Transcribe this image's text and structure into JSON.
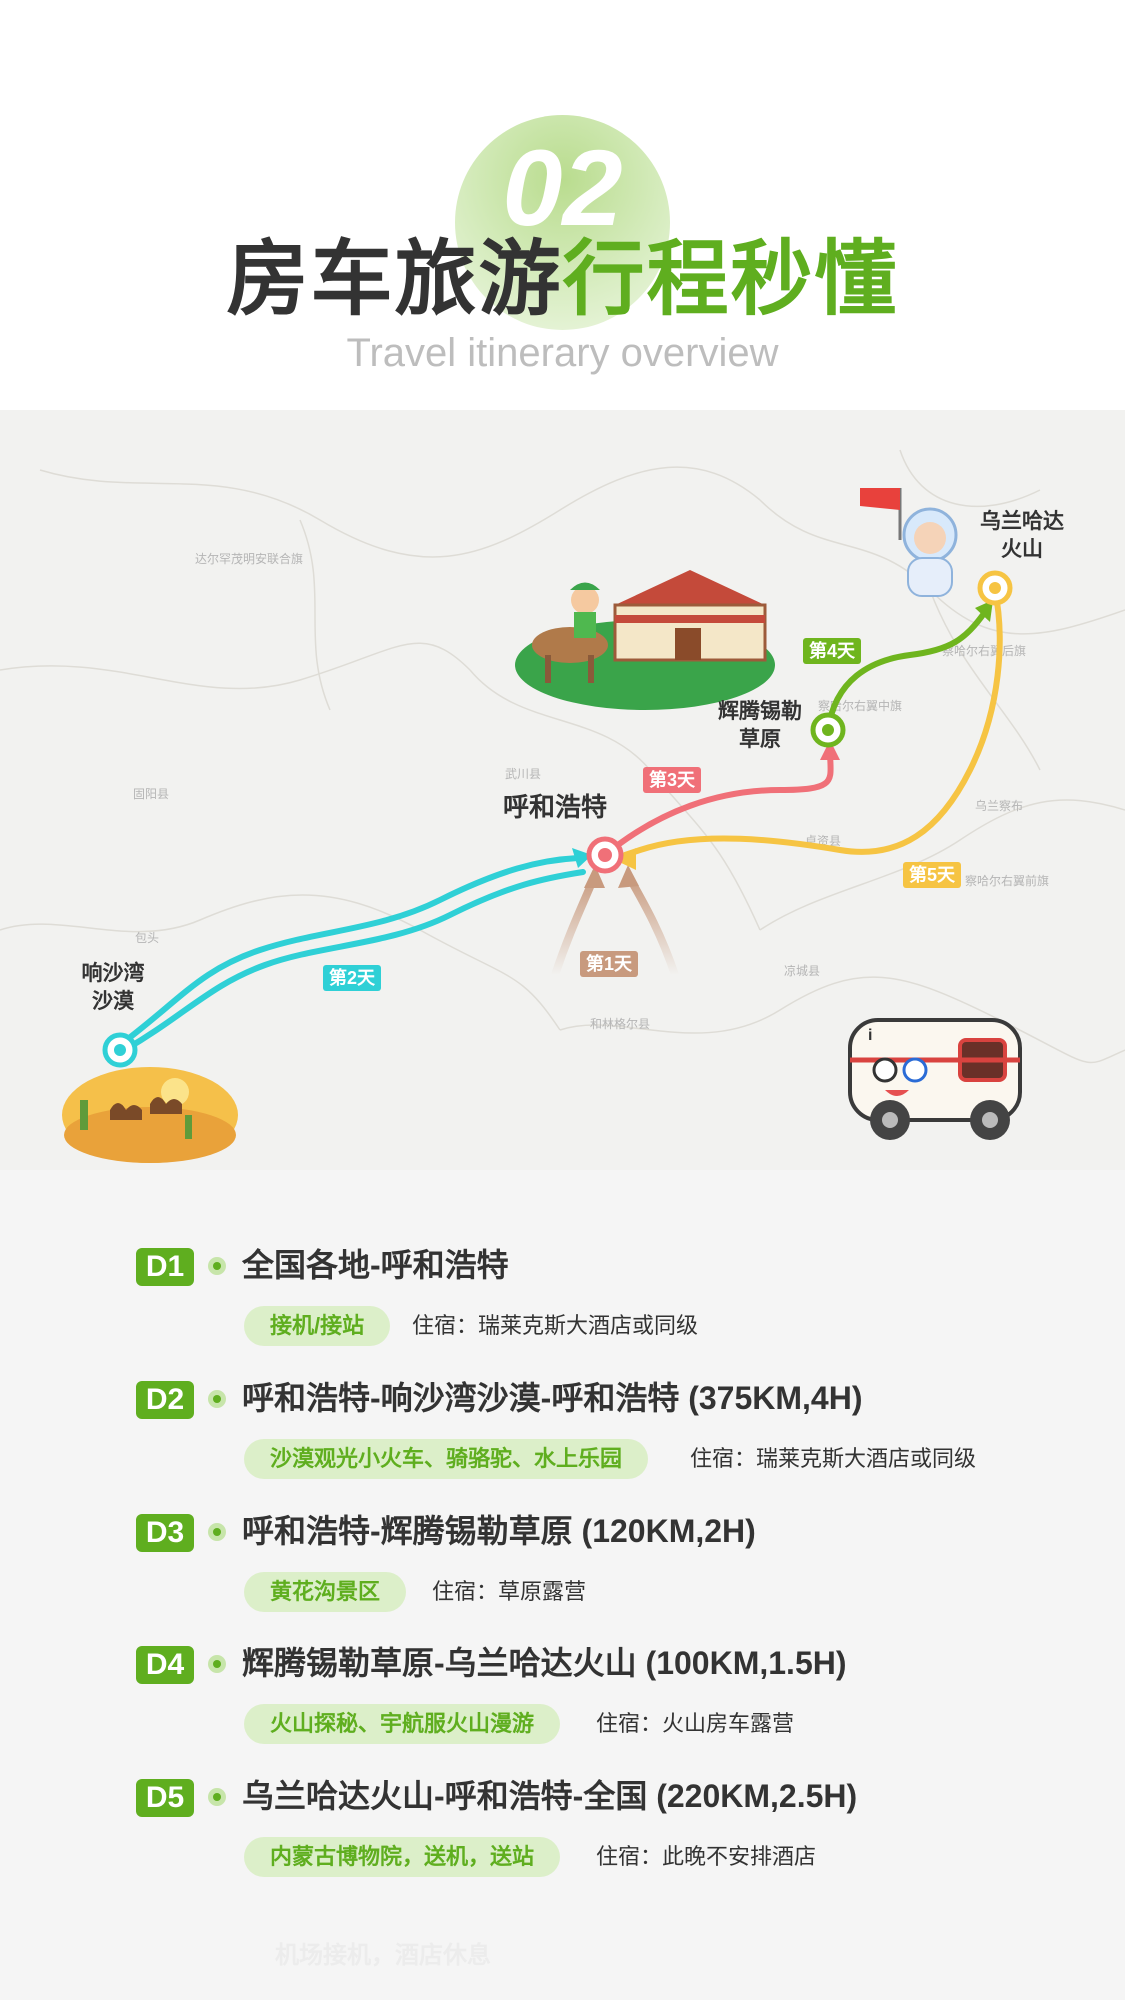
{
  "header": {
    "number": "02",
    "title_dark": "房车旅游",
    "title_green": "行程秒懂",
    "subtitle": "Travel itinerary overview"
  },
  "map": {
    "places": {
      "hohhot": "呼和浩特",
      "huiteng": "辉腾锡勒\n草原",
      "wulan": "乌兰哈达\n火山",
      "xiangshawan": "响沙湾\n沙漠"
    },
    "day_tags": [
      "第1天",
      "第2天",
      "第3天",
      "第4天",
      "第5天"
    ],
    "background_labels": [
      "达尔罕茂明安联合旗",
      "固阳县",
      "武川县",
      "包头",
      "和林格尔县",
      "凉城县",
      "察哈尔右翼后旗",
      "乌兰察布",
      "察哈尔右翼前旗",
      "卓资县",
      "察哈尔右翼中旗"
    ],
    "colors": {
      "day1": "#c89a7e",
      "day2": "#2fd0d6",
      "day3": "#f07078",
      "day4": "#6fb51e",
      "day5": "#f6c443"
    }
  },
  "days": [
    {
      "badge": "D1",
      "route": "全国各地-呼和浩特",
      "activity": "接机/接站",
      "lodging": "住宿：瑞莱克斯大酒店或同级"
    },
    {
      "badge": "D2",
      "route": "呼和浩特-响沙湾沙漠-呼和浩特 (375KM,4H)",
      "activity": "沙漠观光小火车、骑骆驼、水上乐园",
      "lodging": "住宿：瑞莱克斯大酒店或同级"
    },
    {
      "badge": "D3",
      "route": "呼和浩特-辉腾锡勒草原 (120KM,2H)",
      "activity": "黄花沟景区",
      "lodging": "住宿：草原露营"
    },
    {
      "badge": "D4",
      "route": "辉腾锡勒草原-乌兰哈达火山 (100KM,1.5H)",
      "activity": "火山探秘、宇航服火山漫游",
      "lodging": "住宿：火山房车露营"
    },
    {
      "badge": "D5",
      "route": "乌兰哈达火山-呼和浩特-全国 (220KM,2.5H)",
      "activity": "内蒙古博物院，送机，送站",
      "lodging": "住宿：此晚不安排酒店"
    }
  ],
  "footer": {
    "faint_text": "机场接机，酒店休息"
  }
}
